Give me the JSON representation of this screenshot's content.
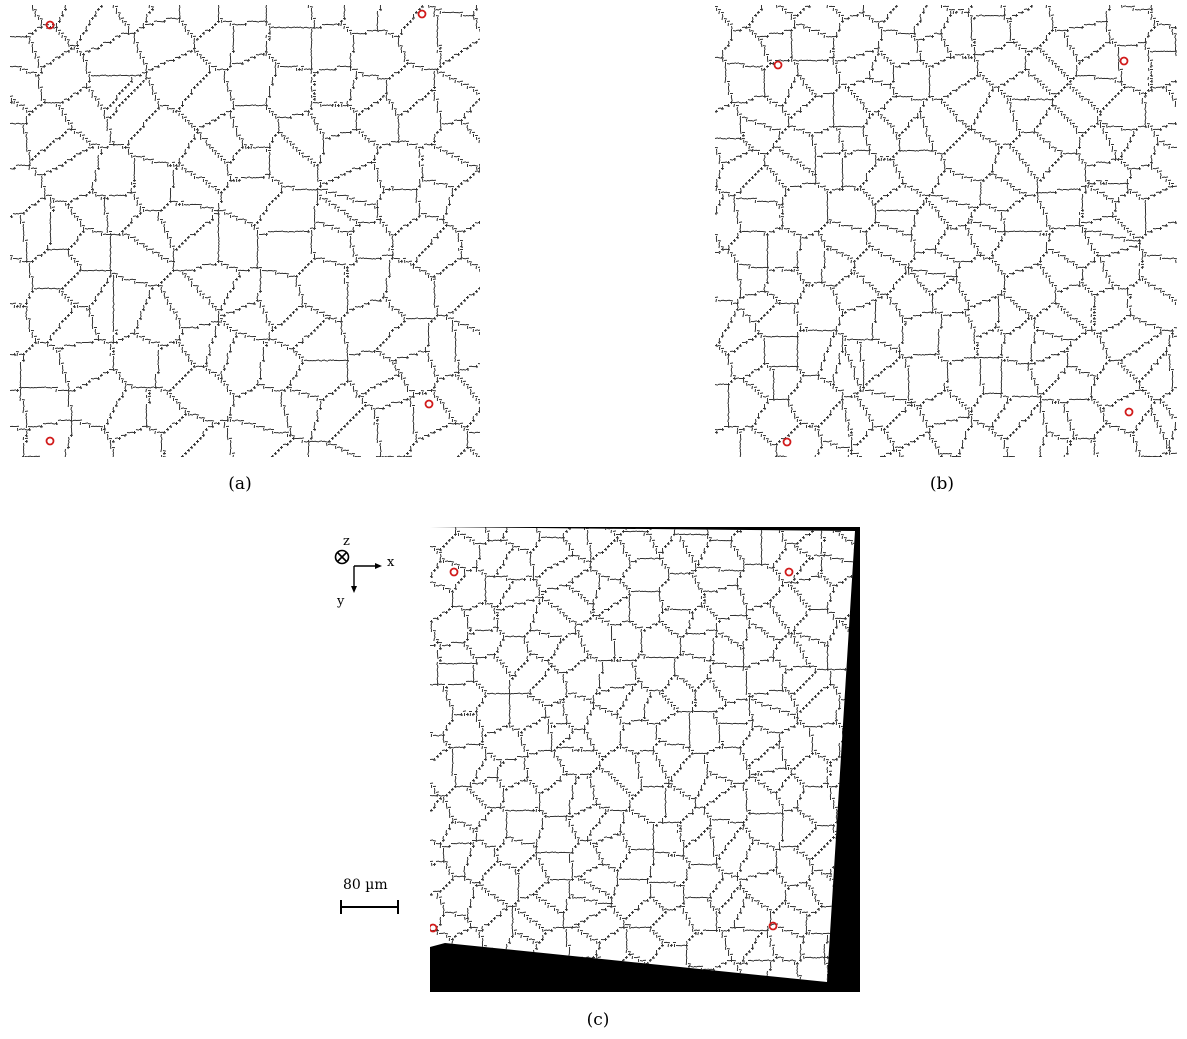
{
  "figure": {
    "captions": {
      "a": "(a)",
      "b": "(b)",
      "c": "(c)"
    },
    "axes": {
      "out_of_plane": "z",
      "horizontal": "x",
      "vertical": "y"
    },
    "scale_bar": {
      "label": "80 µm"
    },
    "colors": {
      "grain_boundary": "#333333",
      "marker": "#d11a1a",
      "background": "#ffffff",
      "mask": "#000000"
    },
    "markers_per_panel": 4,
    "icons": {
      "into_page_symbol": "circle-times-icon",
      "marker_symbol": "red-circle-marker-icon"
    }
  }
}
